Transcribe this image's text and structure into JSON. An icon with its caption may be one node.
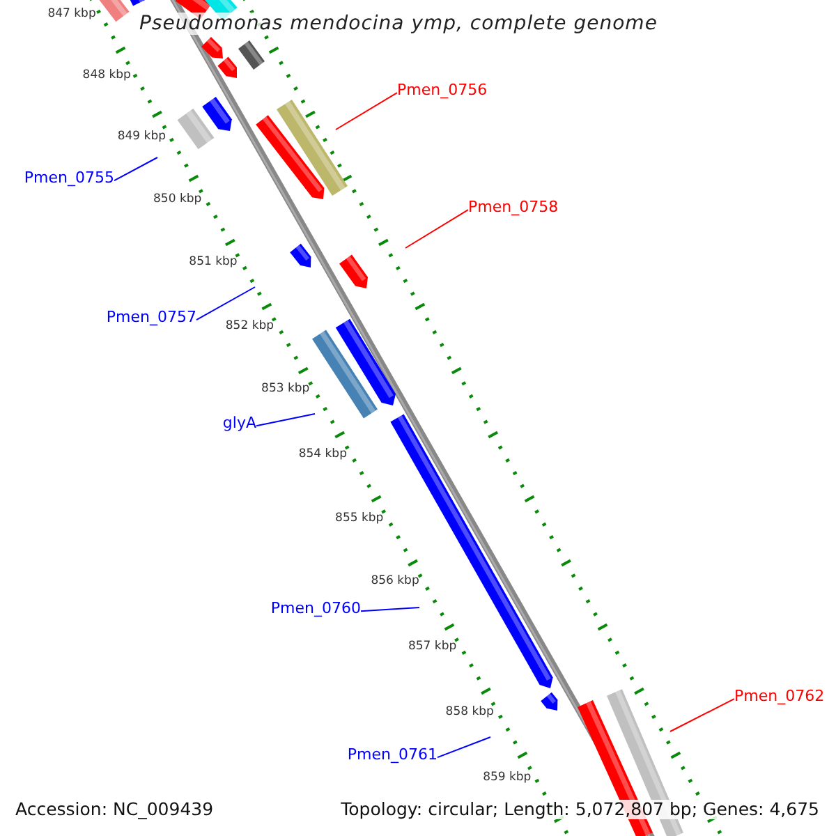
{
  "diagram": {
    "title": "Pseudomonas mendocina ymp, complete genome",
    "nodes": [
      {
        "text": [
          "Pmen_0756"
        ]
      },
      {
        "text": [
          "Pmen_0755"
        ]
      },
      {
        "text": [
          "Pmen_0758"
        ]
      },
      {
        "text": [
          "Pmen_0757"
        ]
      },
      {
        "text": [
          "glyA"
        ]
      },
      {
        "text": [
          "Pmen_0760"
        ]
      },
      {
        "text": [
          "Pmen_0762"
        ]
      },
      {
        "text": [
          "Pmen_0761"
        ]
      }
    ],
    "edges": [
      {
        "from": 0,
        "to": null,
        "arrow": "none",
        "color": "#ff0000"
      },
      {
        "from": 1,
        "to": null,
        "arrow": "none"
      },
      {
        "from": 2,
        "to": null,
        "arrow": "none",
        "color": "#ff0000"
      },
      {
        "from": 3,
        "to": null,
        "arrow": "none"
      },
      {
        "from": 4,
        "to": null,
        "arrow": "none"
      },
      {
        "from": 5,
        "to": null,
        "arrow": "none"
      },
      {
        "from": 6,
        "to": null,
        "arrow": "none",
        "color": "#ff0000"
      },
      {
        "from": 7,
        "to": null,
        "arrow": "none"
      }
    ],
    "labels": [
      "847 kbp",
      "848 kbp",
      "849 kbp",
      "850 kbp",
      "851 kbp",
      "852 kbp",
      "853 kbp",
      "854 kbp",
      "855 kbp",
      "856 kbp",
      "857 kbp",
      "858 kbp",
      "859 kbp",
      "Accession: NC_009439",
      "Topology: circular; Length: 5,072,807 bp; Genes: 4,675"
    ]
  }
}
